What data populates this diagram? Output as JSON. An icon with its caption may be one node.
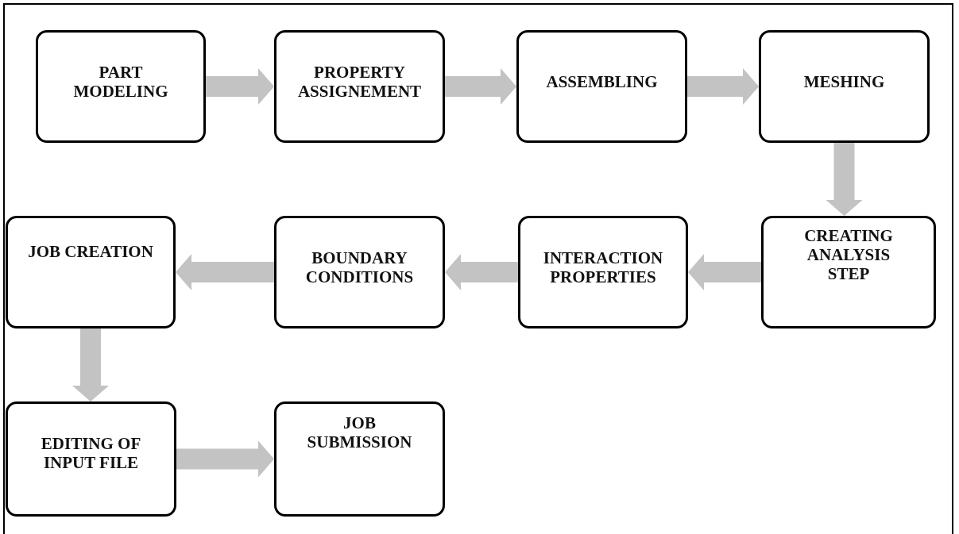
{
  "diagram": {
    "nodes": [
      {
        "text": [
          "PART MODELING"
        ]
      },
      {
        "text": [
          "PROPERTY ASSIGNEMENT"
        ]
      },
      {
        "text": [
          "ASSEMBLING"
        ]
      },
      {
        "text": [
          "MESHING"
        ]
      },
      {
        "text": [
          "JOB CREATION"
        ]
      },
      {
        "text": [
          "BOUNDARY CONDITIONS"
        ]
      },
      {
        "text": [
          "INTERACTION PROPERTIES"
        ]
      },
      {
        "text": [
          "CREATING ANALYSIS STEP"
        ]
      },
      {
        "text": [
          "EDITING OF INPUT FILE"
        ]
      },
      {
        "text": [
          "JOB SUBMISSION"
        ]
      }
    ],
    "edges": [
      {
        "from": 0,
        "to": 1,
        "arrow": "to"
      },
      {
        "from": 1,
        "to": 2,
        "arrow": "to"
      },
      {
        "from": 2,
        "to": 3,
        "arrow": "to"
      },
      {
        "from": 3,
        "to": 7,
        "arrow": "to"
      },
      {
        "from": 7,
        "to": 6,
        "arrow": "to"
      },
      {
        "from": 6,
        "to": 5,
        "arrow": "to"
      },
      {
        "from": 5,
        "to": 4,
        "arrow": "to"
      },
      {
        "from": 4,
        "to": 8,
        "arrow": "to"
      },
      {
        "from": 8,
        "to": 9,
        "arrow": "to"
      }
    ]
  }
}
